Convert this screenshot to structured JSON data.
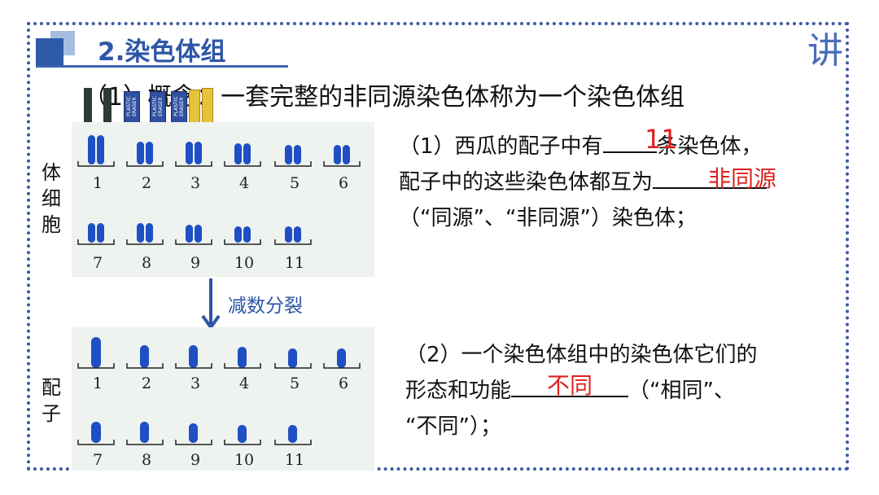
{
  "header": {
    "section_title": "2.染色体组",
    "corner_label": "讲"
  },
  "concept": "（1）概念：一套完整的非同源染色体称为一个染色体组",
  "figure": {
    "ellipsis": "……",
    "eraser_text": "PLASTIC ERASER",
    "somatic_label": [
      "体",
      "细",
      "胞"
    ],
    "gamete_label": [
      "配",
      "子"
    ],
    "process_label": "减数分裂",
    "row_numbers_top": [
      "1",
      "2",
      "3",
      "4",
      "5",
      "6"
    ],
    "row_numbers_bottom": [
      "7",
      "8",
      "9",
      "10",
      "11"
    ]
  },
  "questions": {
    "q1": {
      "line1_a": "（1）西瓜的配子中有",
      "line1_b": "条染色体，",
      "line2_a": "配子中的这些染色体都互为",
      "line3": "（“同源”、“非同源”）染色体；",
      "answer1": "11",
      "answer2": "非同源"
    },
    "q2": {
      "line1": "（2）一个染色体组中的染色体它们的",
      "line2_a": "形态和功能",
      "line2_b": "（“相同”、",
      "line3": "“不同”）；",
      "answer": "不同"
    }
  },
  "colors": {
    "accent": "#2d56a6",
    "frame": "#3b5aa6",
    "answer": "#e02020",
    "chromosome": "#1e4fc4"
  }
}
